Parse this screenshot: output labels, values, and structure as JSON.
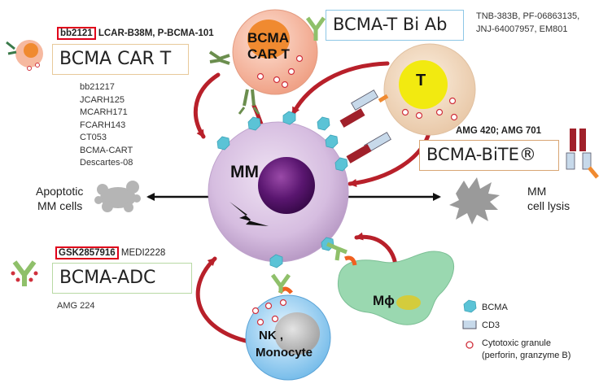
{
  "car_t": {
    "highlight": "bb2121",
    "others": " LCAR-B38M, P-BCMA-101",
    "title": "BCMA CAR T",
    "list": [
      "bb21217",
      "JCARH125",
      "MCARH171",
      "FCARH143",
      "CT053",
      "BCMA-CART",
      "Descartes-08"
    ],
    "cell_label_1": "BCMA",
    "cell_label_2": "CAR T"
  },
  "bi_ab": {
    "title": "BCMA-T Bi Ab",
    "drugs_line1": "TNB-383B, PF-06863135,",
    "drugs_line2": "JNJ-64007957, EM801",
    "t_cell_label": "T"
  },
  "bite": {
    "drugs": "AMG 420; AMG 701",
    "title": "BCMA-BiTE®"
  },
  "mm": {
    "label": "MM"
  },
  "apoptotic": {
    "line1": "Apoptotic",
    "line2": "MM cells"
  },
  "lysis": {
    "line1": "MM",
    "line2": "cell lysis"
  },
  "adc": {
    "highlight": "GSK2857916",
    "others": " MEDI2228",
    "title": "BCMA-ADC",
    "extra": "AMG 224"
  },
  "nk": {
    "line1": "NK ,",
    "line2": "Monocyte"
  },
  "macrophage": {
    "label": "Mϕ"
  },
  "legend": {
    "bcma": "BCMA",
    "cd3": "CD3",
    "granule_line1": "Cytotoxic granule",
    "granule_line2": "(perforin, granzyme B)"
  },
  "colors": {
    "arrow_red": "#b8202a",
    "bcma_teal": "#5bc3d6",
    "mm_cell": "#d9bfe0",
    "mm_nucleus": "#55106a",
    "t_cell": "#f3dcc6",
    "t_nucleus": "#f2ea10",
    "car_t_cell": "#f6b9a0",
    "car_t_nucleus": "#f08a30",
    "nk_cell": "#8cc8ee",
    "macrophage": "#9ad8b0",
    "highlight_border": "#e0001a"
  }
}
